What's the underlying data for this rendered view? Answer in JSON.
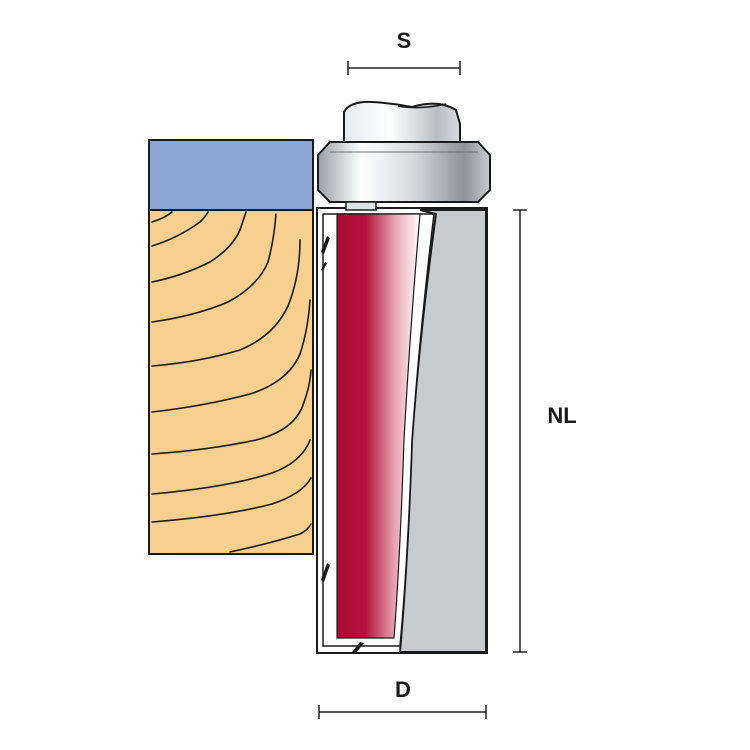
{
  "labels": {
    "shank_diameter": "S",
    "cutting_length": "NL",
    "cutting_diameter": "D"
  },
  "colors": {
    "template": "#8ea6d4",
    "wood": "#f7cf8f",
    "workpiece_grey": "#c9cacc",
    "cutter_red": "#b5123a",
    "bearing_steel": "#bfc3c7"
  }
}
